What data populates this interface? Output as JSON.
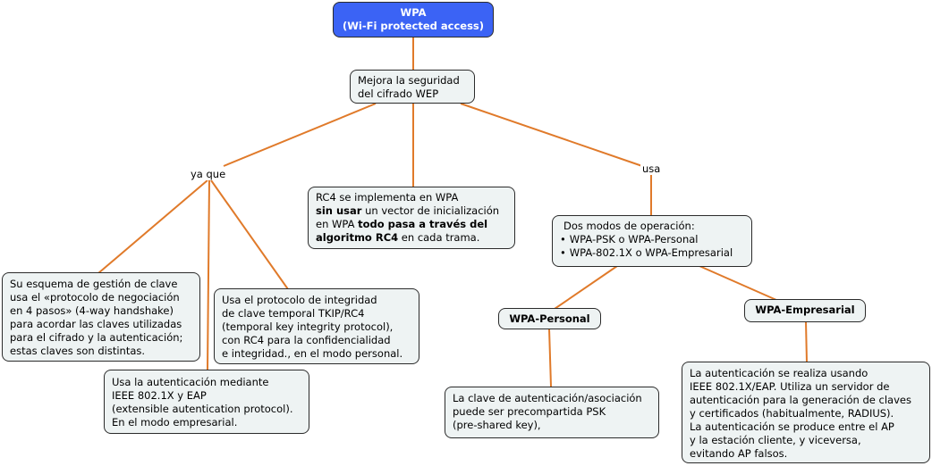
{
  "colors": {
    "root_fill": "#3b63f5",
    "node_fill": "#eef3f3",
    "link": "#e07a2a"
  },
  "root": {
    "line1": "WPA",
    "line2": "(Wi-Fi protected access)"
  },
  "improves": {
    "line1": "Mejora la seguridad",
    "line2": "del cifrado WEP"
  },
  "link_labels": {
    "because": "ya que",
    "uses": "usa"
  },
  "rc4": {
    "l1": "RC4 se implementa en WPA",
    "l2_bold": "sin usar",
    "l2_rest": " un vector de inicialización",
    "l3_pre": "en WPA ",
    "l3_bold": "todo pasa a través del",
    "l4_bold": "algoritmo RC4",
    "l4_rest": " en cada trama."
  },
  "handshake": {
    "lines": [
      "Su esquema de gestión de clave",
      "usa el «protocolo de negociación",
      "en 4 pasos» (4-way handshake)",
      "para acordar las claves utilizadas",
      "para el cifrado y la autenticación;",
      "estas claves son distintas."
    ]
  },
  "eap": {
    "lines": [
      "Usa la autenticación mediante",
      "IEEE 802.1X y EAP",
      "(extensible autentication protocol).",
      "En el modo empresarial."
    ]
  },
  "tkip": {
    "lines": [
      "Usa el protocolo de integridad",
      "de clave temporal TKIP/RC4",
      "(temporal key integrity protocol),",
      "con RC4 para la confidencialidad",
      "e integridad., en el modo personal."
    ]
  },
  "modes": {
    "title": "Dos modos de operación:",
    "items": [
      "WPA-PSK o WPA-Personal",
      "WPA-802.1X o WPA-Empresarial"
    ]
  },
  "personal": {
    "title": "WPA-Personal",
    "lines": [
      "La clave de autenticación/asociación",
      "puede ser precompartida PSK",
      "(pre-shared key),"
    ]
  },
  "enterprise": {
    "title": "WPA-Empresarial",
    "lines": [
      "La autenticación se realiza usando",
      "IEEE 802.1X/EAP. Utiliza un servidor de",
      "autenticación para la generación de claves",
      "y certificados (habitualmente, RADIUS).",
      "La autenticación se produce entre el AP",
      "y la estación cliente, y viceversa,",
      "evitando AP falsos."
    ]
  }
}
